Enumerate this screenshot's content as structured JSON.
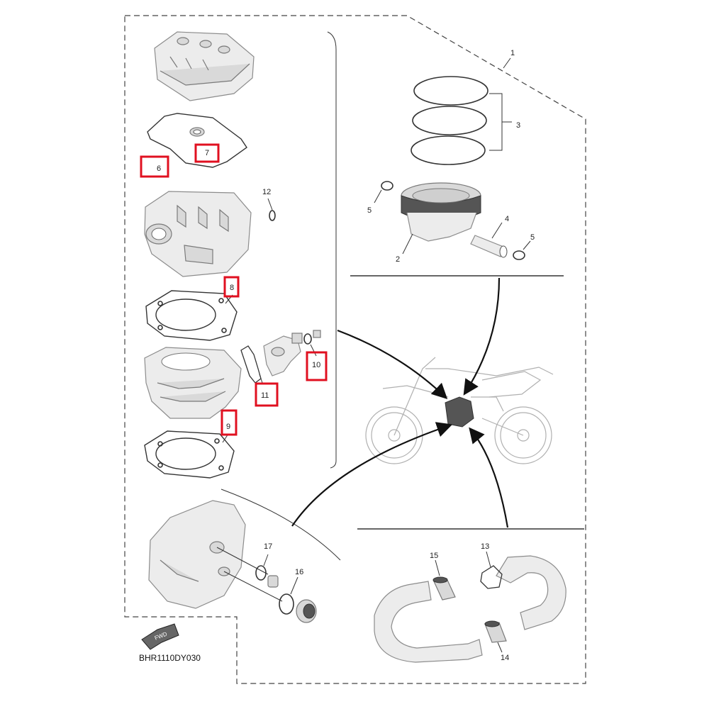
{
  "diagram_code": "BHR1110DY030",
  "fwd_badge": "FWD",
  "colors": {
    "highlight": "#e01020",
    "line": "#333333",
    "part_fill": "#ececec"
  },
  "callouts": {
    "p1": "1",
    "p2": "2",
    "p3": "3",
    "p4": "4",
    "p5a": "5",
    "p5b": "5",
    "p6": "6",
    "p7": "7",
    "p8": "8",
    "p9": "9",
    "p10": "10",
    "p11": "11",
    "p12": "12",
    "p13": "13",
    "p14": "14",
    "p15": "15",
    "p16": "16",
    "p17": "17"
  },
  "highlighted_parts": [
    "6",
    "7",
    "8",
    "9",
    "10",
    "11"
  ]
}
